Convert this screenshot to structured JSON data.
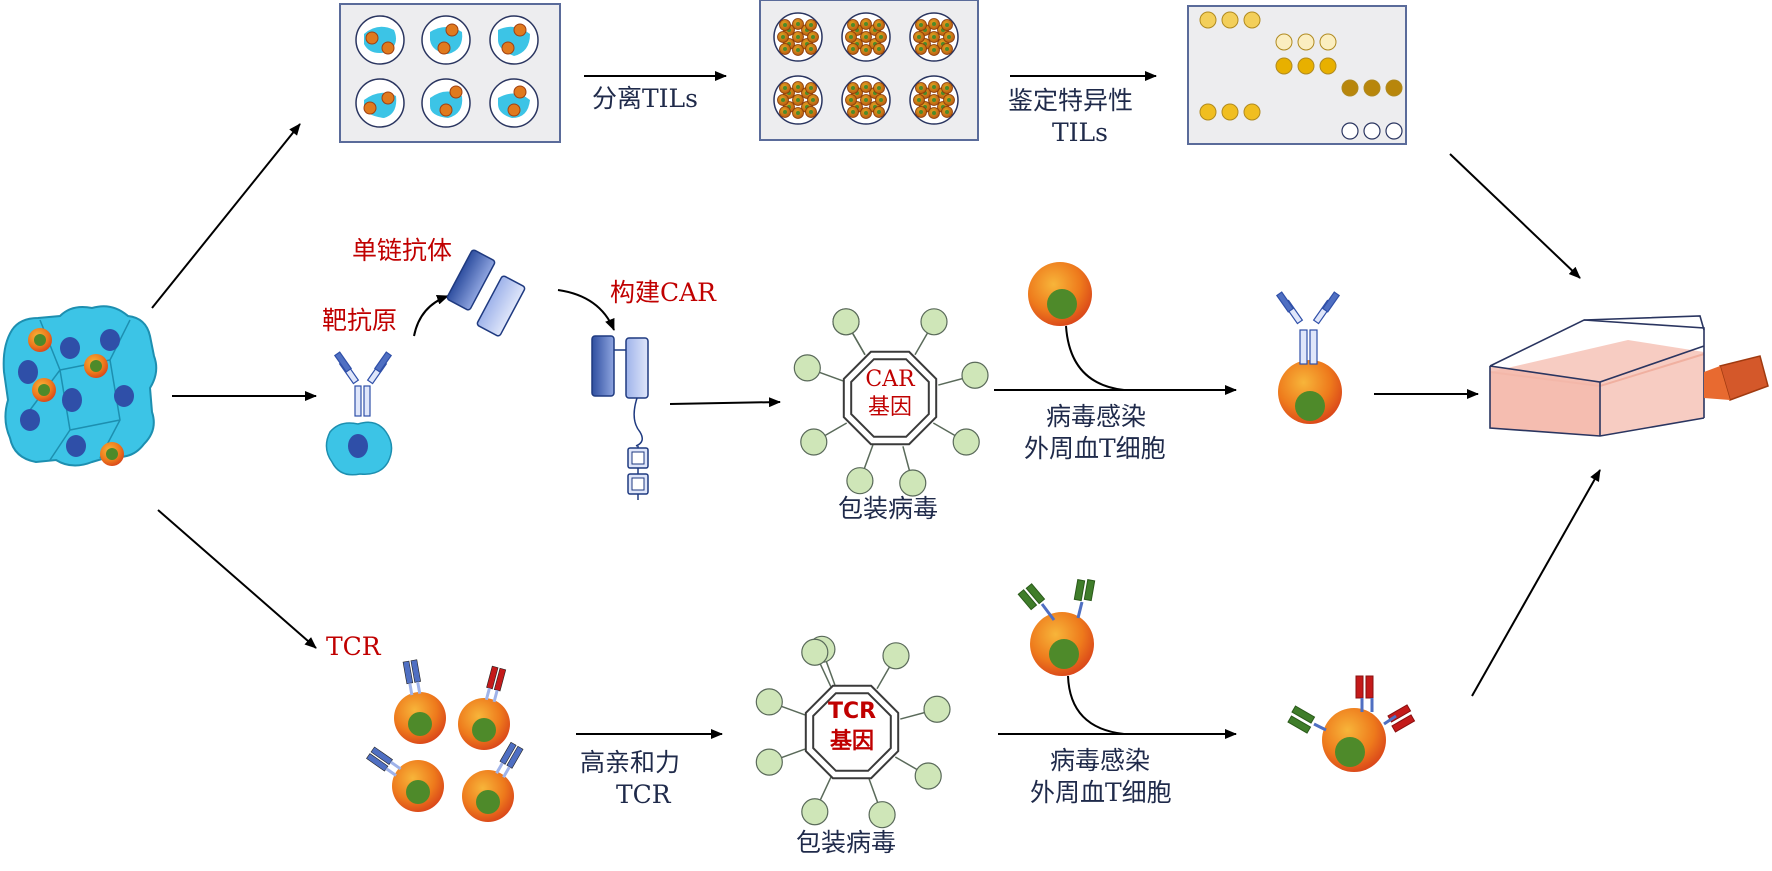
{
  "labels": {
    "isolate_tils": "分离TILs",
    "identify_specific": "鉴定特异性",
    "tils": "TILs",
    "scfv": "单链抗体",
    "target_antigen": "靶抗原",
    "build_car": "构建CAR",
    "car_gene_line1": "CAR",
    "car_gene_line2": "基因",
    "package_virus": "包装病毒",
    "infect_line1": "病毒感染",
    "infect_line2": "外周血T细胞",
    "tcr": "TCR",
    "high_affinity": "高亲和力",
    "tcr_below": "TCR",
    "tcr_gene_line1": "TCR",
    "tcr_gene_line2": "基因",
    "package_virus_2": "包装病毒",
    "infect_line1_2": "病毒感染",
    "infect_line2_2": "外周血T细胞"
  },
  "colors": {
    "red_label": "#c00000",
    "dark_label": "#1f2a4a",
    "tumor_cyan": "#3cc4e6",
    "nucleus_blue": "#2f4fa8",
    "tcell_orange": "#f08a1c",
    "tcell_green": "#4e8a2a",
    "virus_green": "#cfe6b8",
    "receptor_blue": "#4f6fc2",
    "receptor_red": "#c41a1a",
    "receptor_green": "#3f7d2a",
    "flask_pink": "#f2b8aa"
  },
  "icons": [
    "tumor-tissue",
    "well-plate",
    "antibody",
    "scfv",
    "car-construct",
    "virus-particle",
    "t-cell",
    "culture-flask"
  ]
}
